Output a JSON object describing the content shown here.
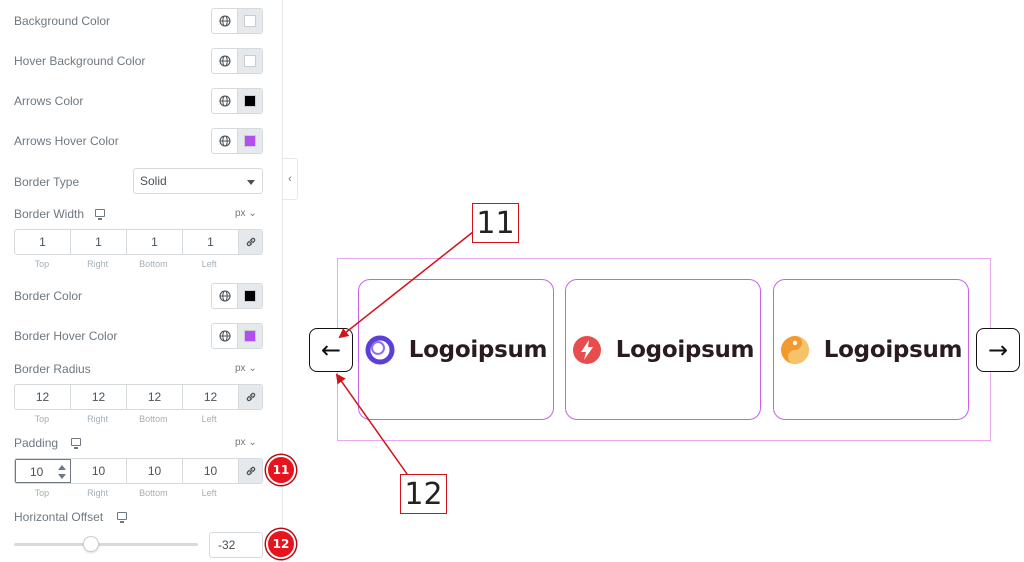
{
  "panel": {
    "background_color": {
      "label": "Background Color",
      "swatch": "#ffffff"
    },
    "hover_background_color": {
      "label": "Hover Background Color",
      "swatch": "#ffffff"
    },
    "arrows_color": {
      "label": "Arrows Color",
      "swatch": "#000000"
    },
    "arrows_hover_color": {
      "label": "Arrows Hover Color",
      "swatch": "#b14ff0"
    },
    "border_type": {
      "label": "Border Type",
      "value": "Solid"
    },
    "border_width": {
      "label": "Border Width",
      "unit": "px",
      "values": [
        "1",
        "1",
        "1",
        "1"
      ]
    },
    "border_color": {
      "label": "Border Color",
      "swatch": "#000000"
    },
    "border_hover_color": {
      "label": "Border Hover Color",
      "swatch": "#b14ff0"
    },
    "border_radius": {
      "label": "Border Radius",
      "unit": "px",
      "values": [
        "12",
        "12",
        "12",
        "12"
      ]
    },
    "padding": {
      "label": "Padding",
      "unit": "px",
      "values": [
        "10",
        "10",
        "10",
        "10"
      ]
    },
    "horizontal_offset": {
      "label": "Horizontal Offset",
      "value": "-32",
      "slider_fraction": 0.45
    },
    "side_labels": [
      "Top",
      "Right",
      "Bottom",
      "Left"
    ],
    "unit_suffix": "⌄"
  },
  "badges": {
    "padding": "11",
    "offset": "12"
  },
  "callouts": {
    "top": "11",
    "bottom": "12"
  },
  "preview": {
    "slides": [
      {
        "text": "Logoipsum",
        "icon": "ring-logo-icon",
        "color": "#5b3fd9"
      },
      {
        "text": "Logoipsum",
        "icon": "bolt-logo-icon",
        "color": "#e84d4d"
      },
      {
        "text": "Logoipsum",
        "icon": "yin-logo-icon",
        "color": "#f29a2e"
      }
    ],
    "prev_arrow": "←",
    "next_arrow": "→"
  },
  "colors": {
    "accent": "#c463e8",
    "callout_red": "#d0141b",
    "badge_red": "#e8141d"
  }
}
